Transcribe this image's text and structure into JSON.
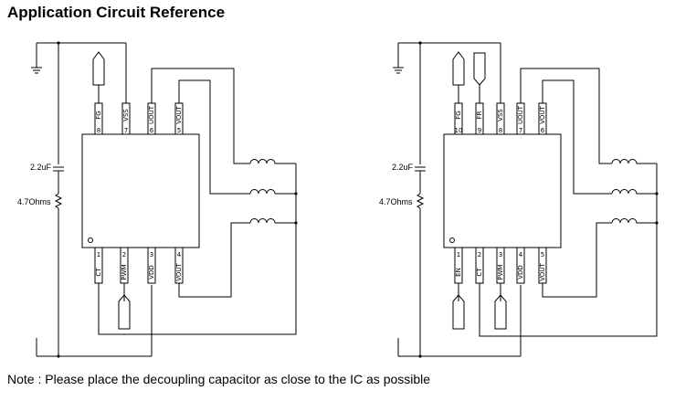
{
  "title": "Application Circuit Reference",
  "note": "Note :  Please place the decoupling capacitor as close to the IC as possible",
  "left_circuit": {
    "cap_label": "2.2uF",
    "res_label": "4.7Ohms",
    "top_pins": [
      {
        "name": "FG",
        "num": "8"
      },
      {
        "name": "VSS",
        "num": "7"
      },
      {
        "name": "UOUT",
        "num": "6"
      },
      {
        "name": "VOUT",
        "num": "5"
      }
    ],
    "bottom_pins": [
      {
        "name": "CT",
        "num": "1"
      },
      {
        "name": "PWM",
        "num": "2"
      },
      {
        "name": "VDD",
        "num": "3"
      },
      {
        "name": "VOUT",
        "num": "4"
      }
    ]
  },
  "right_circuit": {
    "cap_label": "2.2uF",
    "res_label": "4.7Ohms",
    "top_pins": [
      {
        "name": "FG",
        "num": "10"
      },
      {
        "name": "FR",
        "num": "9"
      },
      {
        "name": "VSS",
        "num": "8"
      },
      {
        "name": "UOUT",
        "num": "7"
      },
      {
        "name": "VOUT",
        "num": "6"
      }
    ],
    "bottom_pins": [
      {
        "name": "EN",
        "num": "1"
      },
      {
        "name": "CT",
        "num": "2"
      },
      {
        "name": "PWM",
        "num": "3"
      },
      {
        "name": "VDD",
        "num": "4"
      },
      {
        "name": "VOUT",
        "num": "5"
      }
    ]
  }
}
